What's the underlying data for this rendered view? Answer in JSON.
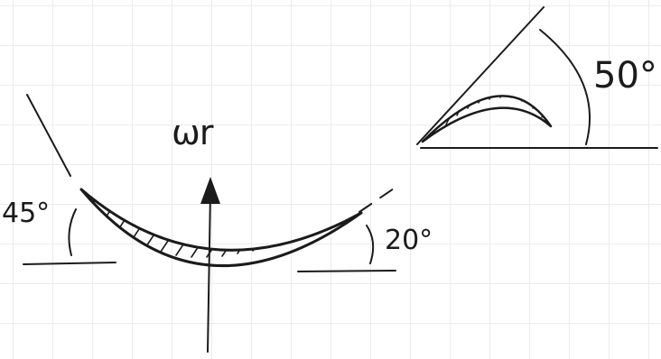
{
  "labels": {
    "rotational_velocity": "ωr",
    "left_angle": "45°",
    "right_angle": "20°",
    "rotated_blade_angle": "50°"
  },
  "colors": {
    "ink": "#1b1b1b",
    "paper": "#ffffff",
    "grid": "#ececec"
  }
}
